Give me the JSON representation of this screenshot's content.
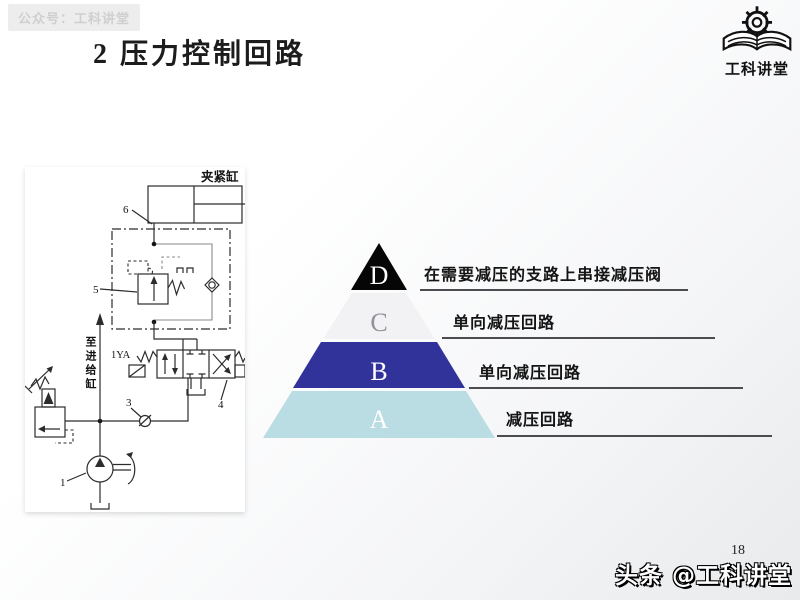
{
  "badge": {
    "label": "公众号：工科讲堂"
  },
  "title": "2  压力控制回路",
  "logo": {
    "name": "工科讲堂"
  },
  "diagram": {
    "labels": {
      "clamp_cylinder": "夹紧缸",
      "to_feed_cylinder": "至进给缸",
      "solenoid_tag": "1YA",
      "n1": "1",
      "n3": "3",
      "n4": "4",
      "n5": "5",
      "n6": "6"
    }
  },
  "pyramid": {
    "levels": [
      {
        "letter": "D",
        "color": "#060606",
        "letter_color": "#ffffff",
        "desc": "在需要减压的支路上串接减压阀"
      },
      {
        "letter": "C",
        "color": "#f2f2f4",
        "letter_color": "#8f9296",
        "desc": "单向减压回路"
      },
      {
        "letter": "B",
        "color": "#32329b",
        "letter_color": "#ffffff",
        "desc": "单向减压回路"
      },
      {
        "letter": "A",
        "color": "#b9dde2",
        "letter_color": "#ffffff",
        "desc": "减压回路"
      }
    ]
  },
  "footer": {
    "page_number": "18",
    "watermark": "头条 @工科讲堂"
  }
}
